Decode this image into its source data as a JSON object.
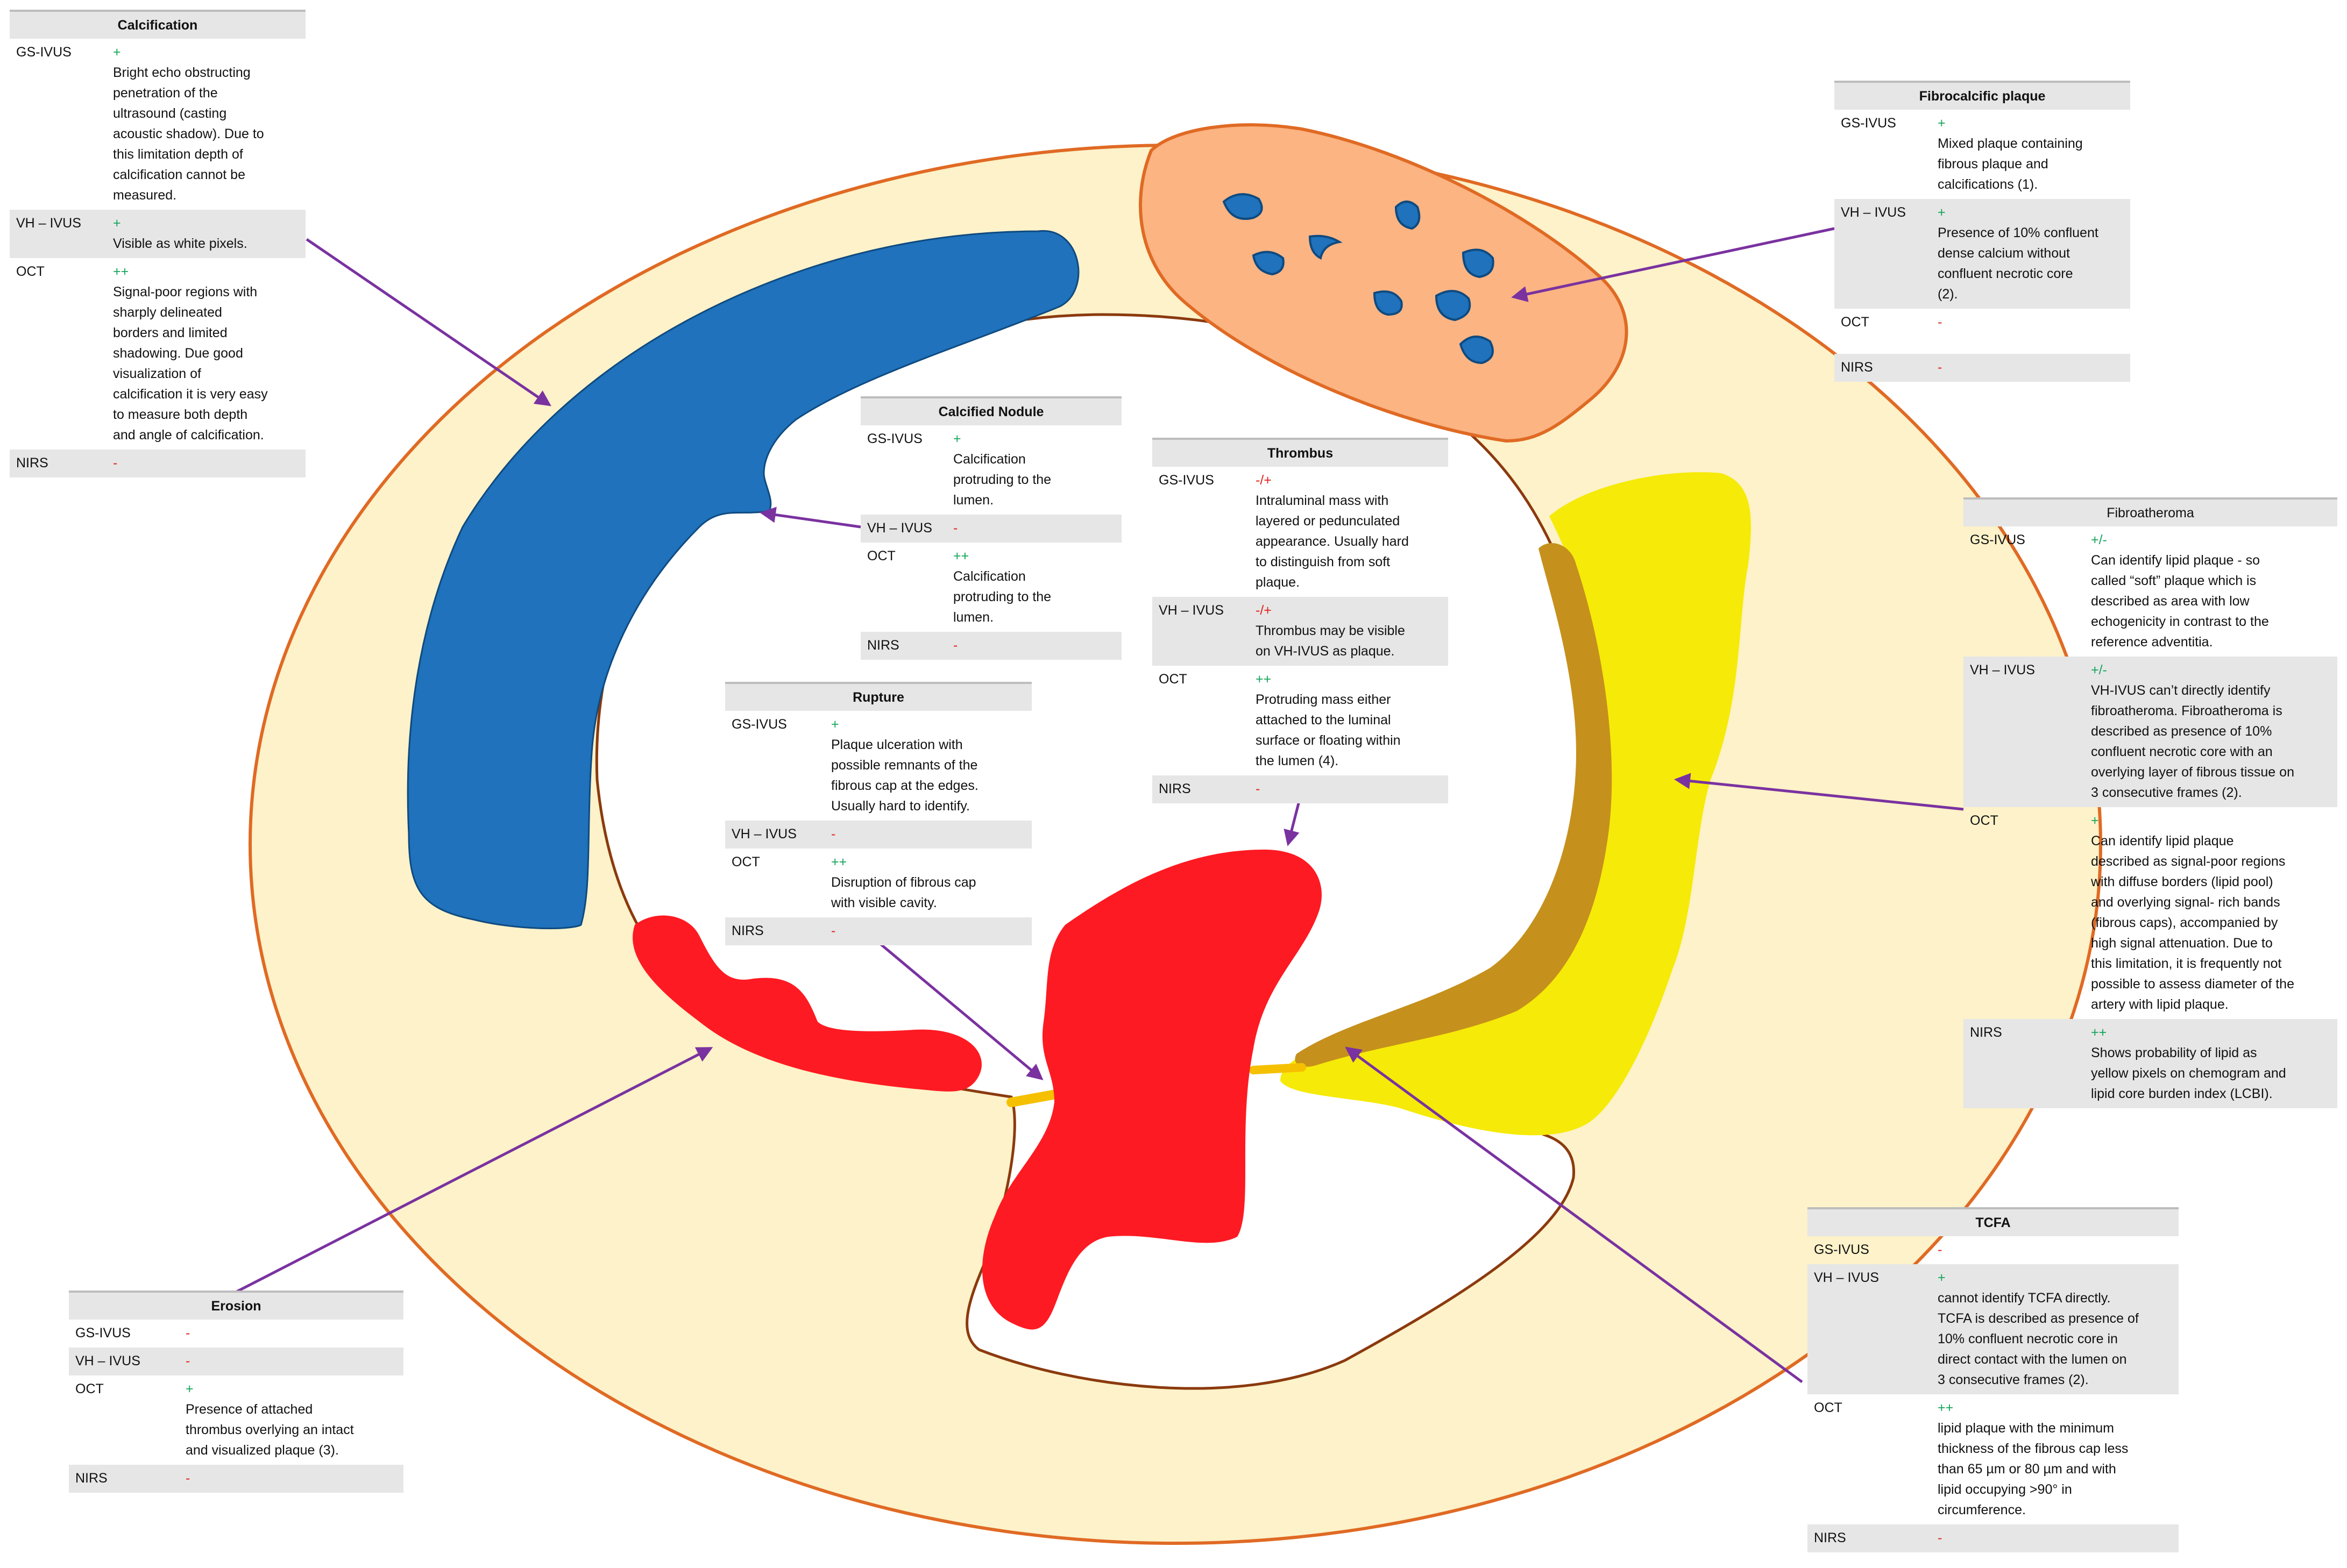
{
  "colors": {
    "vessel_wall": "#fdf2c9",
    "vessel_outline": "#e06a24",
    "lumen_outline": "#8b3a0e",
    "calcification": "#1f72bb",
    "fibrocalcific": "#fbb482",
    "lipid": "#f6ea08",
    "fibrous_cap": "#c6901c",
    "thrombus": "#fe1a22",
    "arrow": "#7a32a0",
    "plus": "#17a55c",
    "minus": "#e0201b",
    "row_shade": "#e6e6e6"
  },
  "cards": {
    "calcification": {
      "title": "Calcification",
      "rows": [
        {
          "label": "GS-IVUS",
          "rating": "+",
          "text": "Bright echo obstructing\npenetration of the\nultrasound (casting\nacoustic shadow). Due to\nthis limitation depth of\ncalcification cannot be\nmeasured."
        },
        {
          "label": "VH – IVUS",
          "rating": "+",
          "text": "Visible as white pixels."
        },
        {
          "label": "OCT",
          "rating": "++",
          "text": "Signal-poor regions with\nsharply delineated\nborders and limited\nshadowing. Due good\nvisualization of\ncalcification it is very easy\nto measure both depth\nand angle of calcification."
        },
        {
          "label": "NIRS",
          "rating": "-",
          "text": ""
        }
      ]
    },
    "fibrocalcific": {
      "title": "Fibrocalcific plaque",
      "rows": [
        {
          "label": "GS-IVUS",
          "rating": "+",
          "text": "Mixed plaque containing\nfibrous plaque and\ncalcifications (1)."
        },
        {
          "label": "VH – IVUS",
          "rating": "+",
          "text": "Presence of 10% confluent\ndense calcium without\nconfluent necrotic core\n(2)."
        },
        {
          "label": "OCT",
          "rating": "-",
          "text": ""
        },
        {
          "label": "NIRS",
          "rating": "-",
          "text": ""
        }
      ]
    },
    "calcified_nodule": {
      "title": "Calcified Nodule",
      "rows": [
        {
          "label": "GS-IVUS",
          "rating": "+",
          "text": "Calcification\nprotruding to the\nlumen."
        },
        {
          "label": "VH – IVUS",
          "rating": "-",
          "text": ""
        },
        {
          "label": "OCT",
          "rating": "++",
          "text": "Calcification\nprotruding to the\nlumen."
        },
        {
          "label": "NIRS",
          "rating": "-",
          "text": ""
        }
      ]
    },
    "thrombus": {
      "title": "Thrombus",
      "rows": [
        {
          "label": "GS-IVUS",
          "rating": "-/+",
          "text": "Intraluminal mass with\nlayered or pedunculated\nappearance. Usually hard\nto distinguish from soft\nplaque."
        },
        {
          "label": "VH – IVUS",
          "rating": "-/+",
          "text": "Thrombus may be visible\non VH-IVUS as plaque."
        },
        {
          "label": "OCT",
          "rating": "++",
          "text": "Protruding mass either\nattached to the luminal\nsurface or floating within\nthe lumen (4)."
        },
        {
          "label": "NIRS",
          "rating": "-",
          "text": ""
        }
      ]
    },
    "rupture": {
      "title": "Rupture",
      "rows": [
        {
          "label": "GS-IVUS",
          "rating": "+",
          "text": "Plaque ulceration with\npossible remnants of the\nfibrous cap at the edges.\nUsually hard to identify."
        },
        {
          "label": "VH – IVUS",
          "rating": "-",
          "text": ""
        },
        {
          "label": "OCT",
          "rating": "++",
          "text": "Disruption of fibrous cap\nwith visible cavity."
        },
        {
          "label": "NIRS",
          "rating": "-",
          "text": ""
        }
      ]
    },
    "fibroatheroma": {
      "title": "Fibroatheroma",
      "rows": [
        {
          "label": "GS-IVUS",
          "rating": "+/-",
          "text": "Can identify lipid plaque - so\ncalled “soft” plaque which is\ndescribed as area with low\nechogenicity in contrast to the\nreference adventitia."
        },
        {
          "label": "VH – IVUS",
          "rating": "+/-",
          "text": "VH-IVUS can’t directly identify\nfibroatheroma. Fibroatheroma is\ndescribed as presence of 10%\nconfluent necrotic core with an\noverlying layer of fibrous tissue on\n3 consecutive frames (2)."
        },
        {
          "label": "OCT",
          "rating": "+",
          "text": "Can identify lipid plaque\ndescribed as signal-poor regions\nwith diffuse borders (lipid pool)\nand overlying signal- rich bands\n(fibrous caps), accompanied by\nhigh signal attenuation. Due to\nthis limitation, it is frequently not\npossible to assess diameter of the\nartery with lipid plaque."
        },
        {
          "label": "NIRS",
          "rating": "++",
          "text": "Shows probability of lipid as\nyellow pixels on chemogram and\nlipid core burden index (LCBI)."
        }
      ]
    },
    "erosion": {
      "title": "Erosion",
      "rows": [
        {
          "label": "GS-IVUS",
          "rating": "-",
          "text": ""
        },
        {
          "label": "VH – IVUS",
          "rating": "-",
          "text": ""
        },
        {
          "label": "OCT",
          "rating": "+",
          "text": "Presence of attached\nthrombus overlying an intact\nand visualized plaque (3)."
        },
        {
          "label": "NIRS",
          "rating": "-",
          "text": ""
        }
      ]
    },
    "tcfa": {
      "title": "TCFA",
      "rows": [
        {
          "label": "GS-IVUS",
          "rating": "-",
          "text": ""
        },
        {
          "label": "VH – IVUS",
          "rating": "+",
          "text": "cannot identify TCFA directly.\nTCFA is described as presence of\n10% confluent necrotic core in\ndirect contact with the lumen on\n3 consecutive frames (2)."
        },
        {
          "label": "OCT",
          "rating": "++",
          "text": "lipid plaque with the minimum\nthickness of the fibrous cap less\nthan 65 µm or 80 µm and with\nlipid occupying >90° in\ncircumference."
        },
        {
          "label": "NIRS",
          "rating": "-",
          "text": ""
        }
      ]
    }
  }
}
